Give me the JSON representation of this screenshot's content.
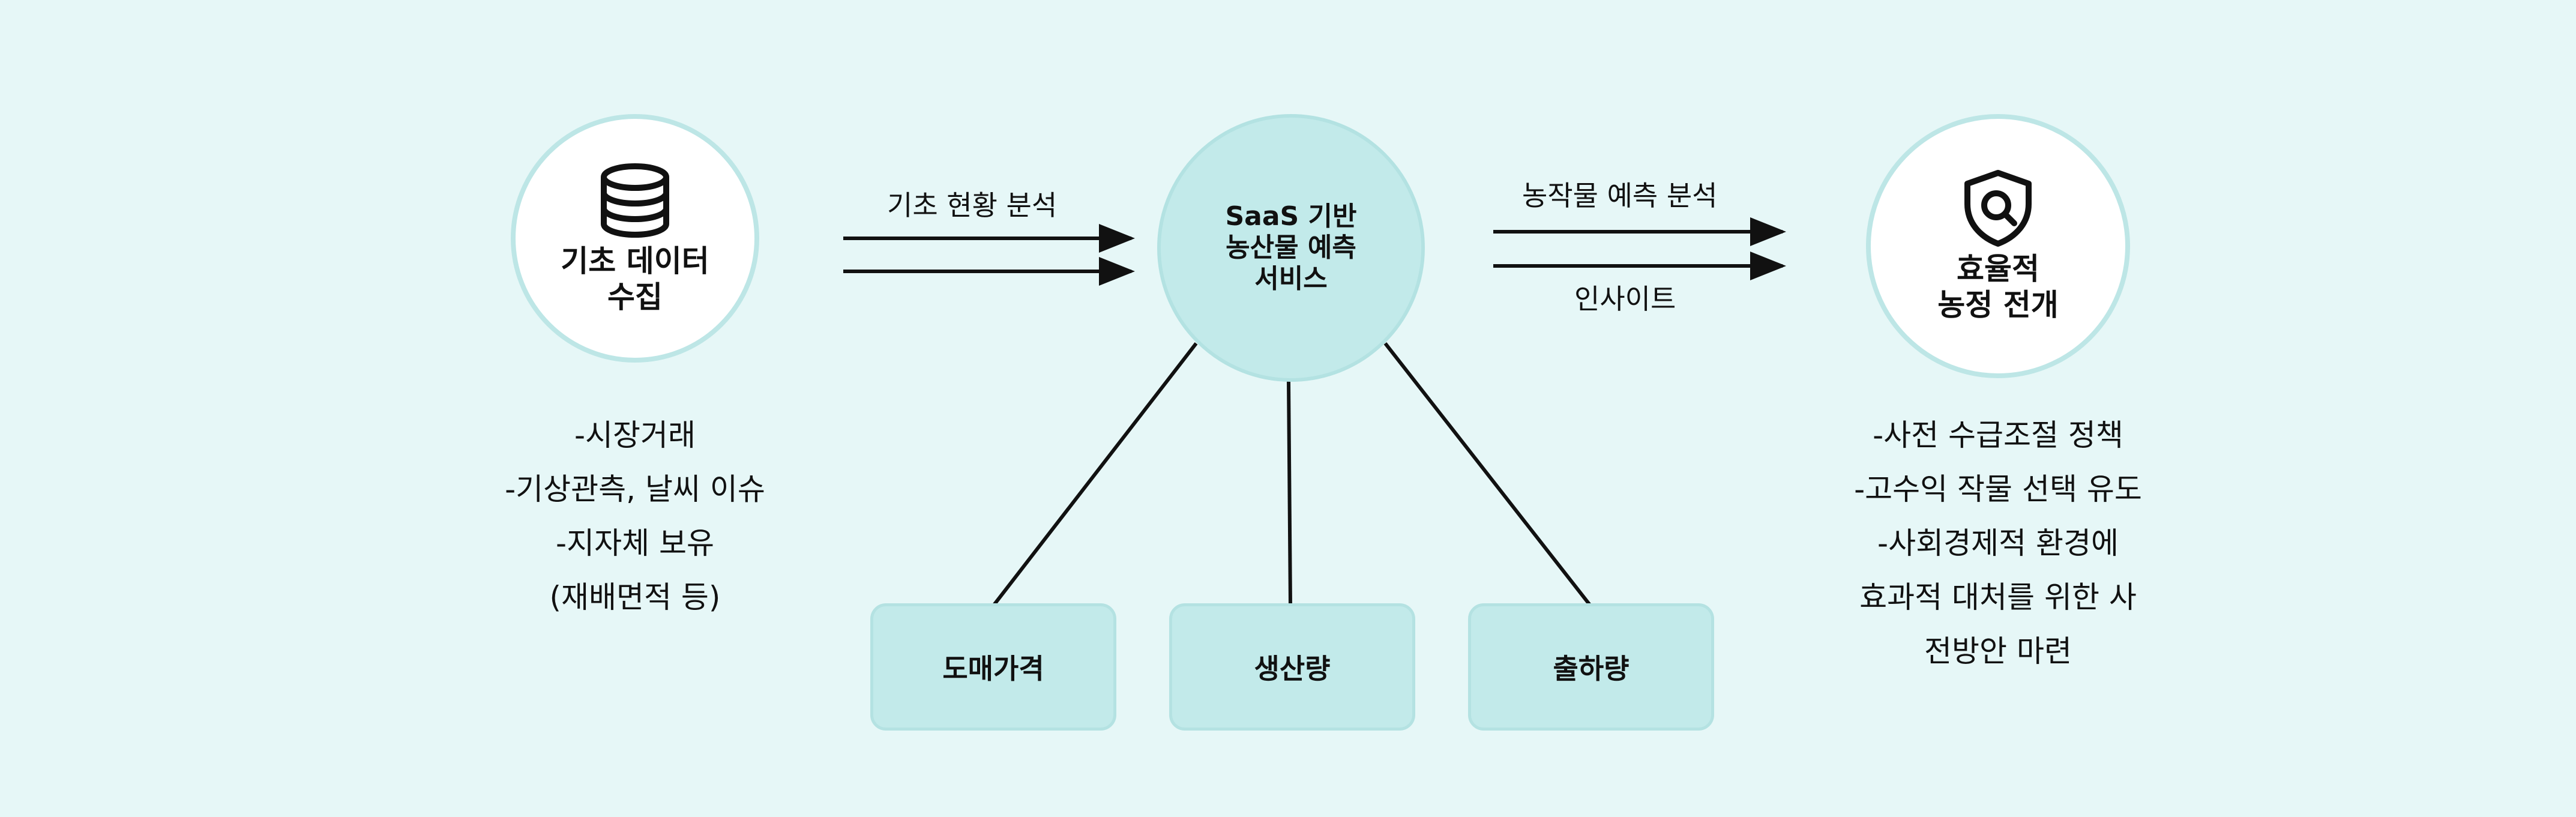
{
  "nodes": {
    "source": {
      "label": "기초 데이터\n수집",
      "icon": "database-icon"
    },
    "center": {
      "label": "SaaS 기반\n농산물 예측\n서비스"
    },
    "target": {
      "label": "효율적\n농정 전개",
      "icon": "shield-search-icon"
    }
  },
  "edges": {
    "left_label": "기초 현황 분석",
    "right_top_label": "농작물 예측 분석",
    "right_bottom_label": "인사이트"
  },
  "outputs": [
    {
      "label": "도매가격"
    },
    {
      "label": "생산량"
    },
    {
      "label": "출하량"
    }
  ],
  "source_list": [
    "-시장거래",
    "-기상관측, 날씨 이슈",
    "-지자체 보유",
    "(재배면적 등)"
  ],
  "target_list": [
    "-사전 수급조절 정책",
    "-고수익 작물 선택 유도",
    "-사회경제적 환경에",
    "효과적 대처를 위한 사",
    "전방안 마련"
  ],
  "colors": {
    "background": "#e6f7f7",
    "teal_fill": "#c2eaea",
    "teal_border": "#b3e2e2",
    "line": "#111111"
  }
}
